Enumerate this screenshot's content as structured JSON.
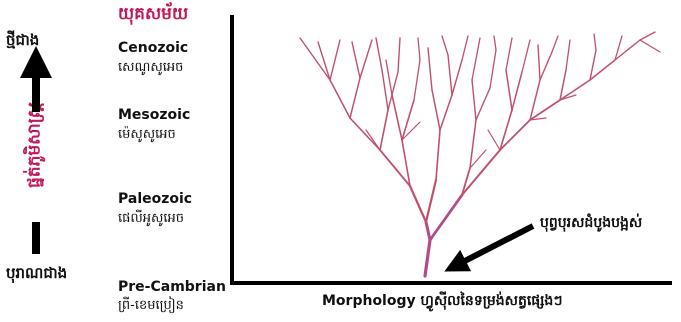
{
  "title": "យុគសម័យ",
  "left_axis": {
    "top_label": "ថ្មីជាង",
    "bottom_label": "បុរាណជាង",
    "vertical_label": "ផ្នត់ភូមិសាស្ត្រ"
  },
  "eras": [
    {
      "en": "Cenozoic",
      "km": "សេណូសូអេច"
    },
    {
      "en": "Mesozoic",
      "km": "ម៉េសូសូអេច"
    },
    {
      "en": "Paleozoic",
      "km": "ផេលីអូសូអេច"
    },
    {
      "en": "Pre-Cambrian",
      "km": "ព្រី-ខេមប្រៀន"
    }
  ],
  "x_axis_label": "Morphology ហ្វូស៊ីលនៃទម្រង់សត្វផ្សេងៗ",
  "ancestor_label": "បុព្វបុរសដំបូងបង្អស់",
  "colors": {
    "tree": "#c2506d",
    "trunk": "#b44a8a",
    "accent": "#c0185a",
    "axis": "#000000"
  }
}
